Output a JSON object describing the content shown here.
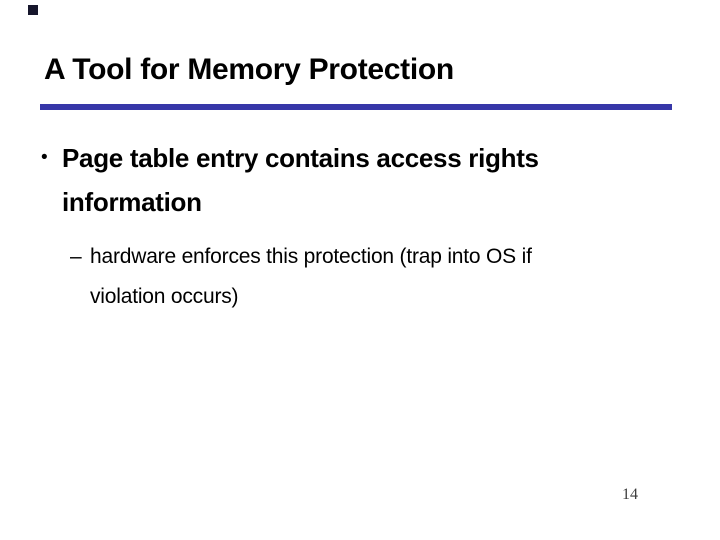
{
  "slide": {
    "title": "A Tool for Memory Protection",
    "bullets": [
      {
        "level": 1,
        "marker": "•",
        "lines": [
          "Page table entry contains access rights",
          "information"
        ]
      },
      {
        "level": 2,
        "marker": "–",
        "lines": [
          "hardware enforces this protection (trap into OS if",
          "violation occurs)"
        ]
      }
    ],
    "page_number": "14"
  },
  "colors": {
    "background": "#ffffff",
    "text": "#000000",
    "divider": "#3737a8",
    "corner_square": "#16162c",
    "page_number": "#3d3d3d"
  }
}
